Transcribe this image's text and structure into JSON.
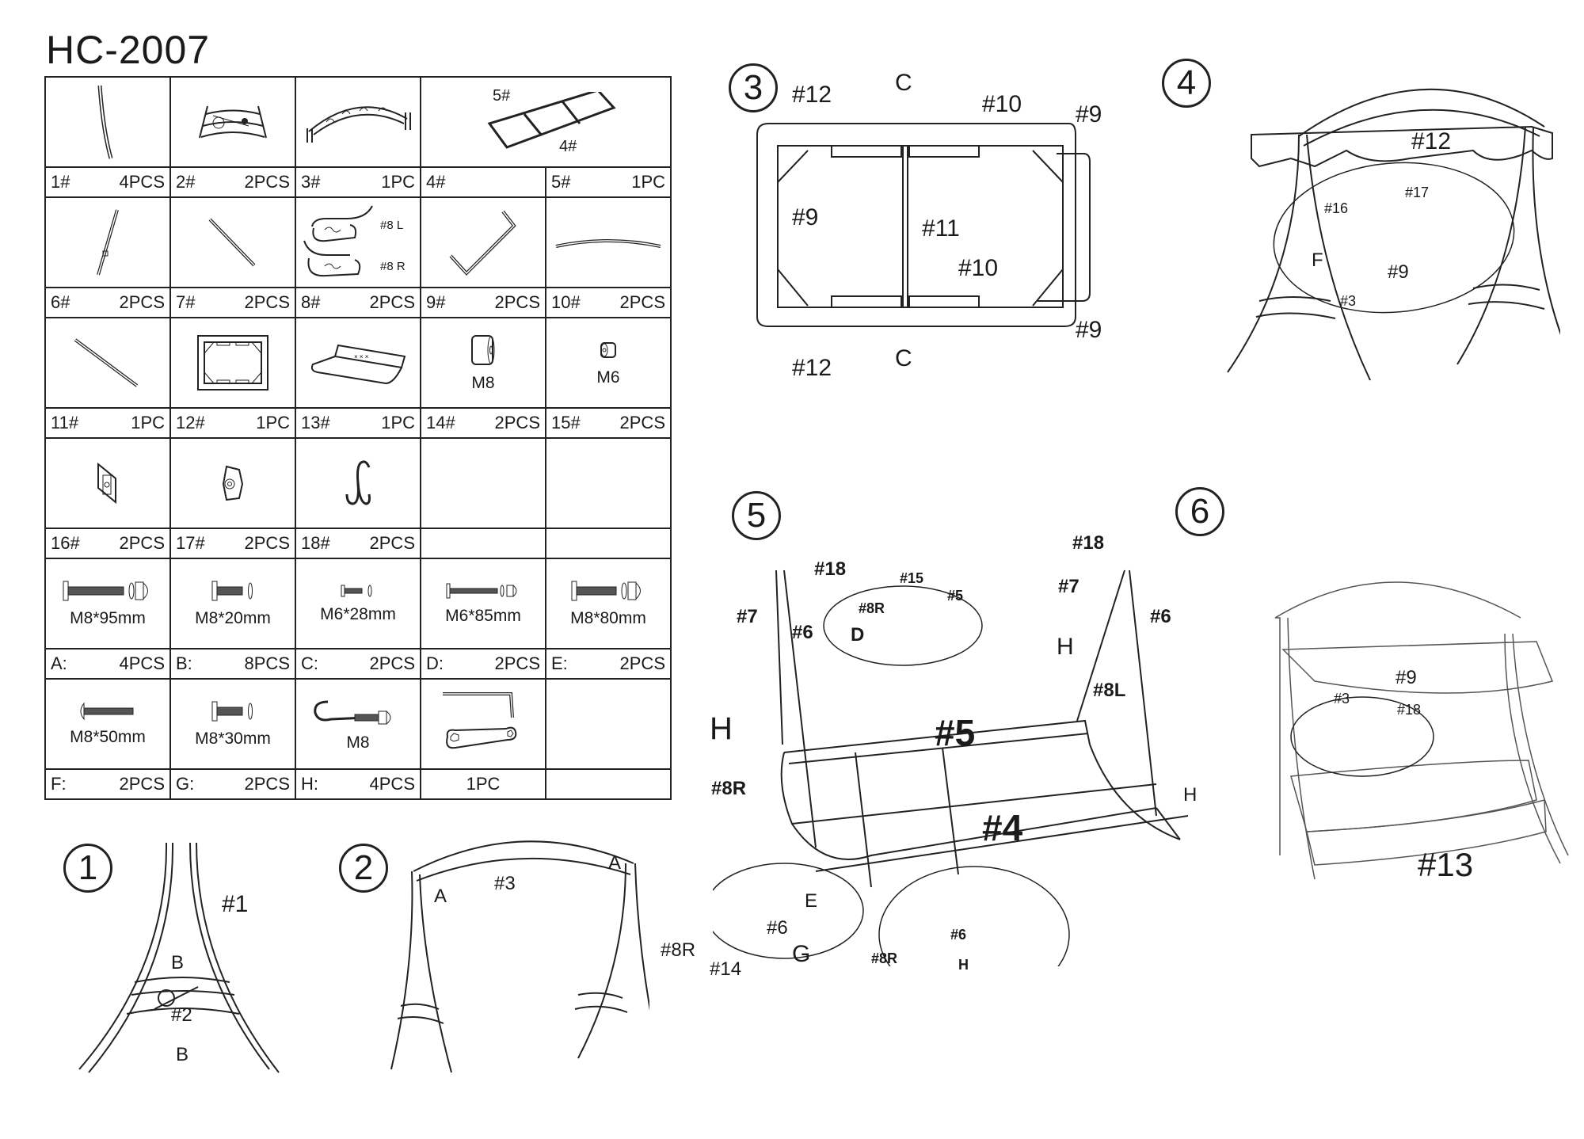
{
  "title": "HC-2007",
  "parts_table": {
    "rows": [
      {
        "cells": [
          {
            "num": "1#",
            "qty": "4PCS",
            "icon": "curved-leg-tube"
          },
          {
            "num": "2#",
            "qty": "2PCS",
            "icon": "side-scroll-brace"
          },
          {
            "num": "3#",
            "qty": "1PC",
            "icon": "top-scroll-arch"
          },
          {
            "num": "4#",
            "qty": "",
            "icon": "seat-frame",
            "callouts": [
              "5#",
              "4#"
            ]
          },
          {
            "num": "5#",
            "qty": "1PC",
            "icon": ""
          }
        ]
      },
      {
        "cells": [
          {
            "num": "6#",
            "qty": "2PCS",
            "icon": "hanging-bar-long"
          },
          {
            "num": "7#",
            "qty": "2PCS",
            "icon": "hanging-bar-short"
          },
          {
            "num": "8#",
            "qty": "2PCS",
            "icon": "armrest-pair",
            "callouts": [
              "#8 L",
              "#8 R"
            ]
          },
          {
            "num": "9#",
            "qty": "2PCS",
            "icon": "canopy-bent-tube"
          },
          {
            "num": "10#",
            "qty": "2PCS",
            "icon": "canopy-curved-tube"
          }
        ]
      },
      {
        "cells": [
          {
            "num": "11#",
            "qty": "1PC",
            "icon": "canopy-center-tube"
          },
          {
            "num": "12#",
            "qty": "1PC",
            "icon": "canopy-fabric"
          },
          {
            "num": "13#",
            "qty": "1PC",
            "icon": "seat-cushion"
          },
          {
            "num": "14#",
            "qty": "2PCS",
            "icon": "spacer-m8",
            "spec": "M8"
          },
          {
            "num": "15#",
            "qty": "2PCS",
            "icon": "spacer-m6",
            "spec": "M6"
          }
        ]
      },
      {
        "cells": [
          {
            "num": "16#",
            "qty": "2PCS",
            "icon": "bracket-plate"
          },
          {
            "num": "17#",
            "qty": "2PCS",
            "icon": "hex-nut-block"
          },
          {
            "num": "18#",
            "qty": "2PCS",
            "icon": "s-hook"
          },
          {
            "num": "",
            "qty": "",
            "icon": ""
          },
          {
            "num": "",
            "qty": "",
            "icon": ""
          }
        ]
      },
      {
        "cells": [
          {
            "num": "A:",
            "qty": "4PCS",
            "icon": "bolt-nut-cap",
            "spec": "M8*95mm"
          },
          {
            "num": "B:",
            "qty": "8PCS",
            "icon": "bolt-washer",
            "spec": "M8*20mm"
          },
          {
            "num": "C:",
            "qty": "2PCS",
            "icon": "bolt-washer-small",
            "spec": "M6*28mm"
          },
          {
            "num": "D:",
            "qty": "2PCS",
            "icon": "bolt-nut-cap-small",
            "spec": "M6*85mm"
          },
          {
            "num": "E:",
            "qty": "2PCS",
            "icon": "bolt-nut-cap",
            "spec": "M8*80mm"
          }
        ]
      },
      {
        "cells": [
          {
            "num": "F:",
            "qty": "2PCS",
            "icon": "round-head-bolt",
            "spec": "M8*50mm"
          },
          {
            "num": "G:",
            "qty": "2PCS",
            "icon": "bolt-washer",
            "spec": "M8*30mm"
          },
          {
            "num": "H:",
            "qty": "4PCS",
            "icon": "eye-hook-bolt",
            "spec": "M8"
          },
          {
            "num": "",
            "qty": "1PC",
            "icon": "allen-key-and-wrench"
          },
          {
            "num": "",
            "qty": "",
            "icon": ""
          }
        ]
      }
    ]
  },
  "steps": [
    {
      "number": "1",
      "labels": [
        "#1",
        "B",
        "#2",
        "B"
      ]
    },
    {
      "number": "2",
      "labels": [
        "A",
        "#3",
        "A"
      ]
    },
    {
      "number": "3",
      "labels": [
        "#12",
        "C",
        "#10",
        "#9",
        "#9",
        "#11",
        "#10",
        "#9",
        "#12",
        "C"
      ]
    },
    {
      "number": "4",
      "labels": [
        "#12",
        "#16",
        "#17",
        "F",
        "#9",
        "#3"
      ]
    },
    {
      "number": "5",
      "labels": [
        "#18",
        "#7",
        "#6",
        "#15",
        "#8R",
        "#5",
        "D",
        "H",
        "#8R",
        "#5",
        "#4",
        "#18",
        "#7",
        "#6",
        "H",
        "#8L",
        "H",
        "E",
        "#8R",
        "#6",
        "#14",
        "G",
        "#8R",
        "#6",
        "H"
      ]
    },
    {
      "number": "6",
      "labels": [
        "#9",
        "#3",
        "#18",
        "#13"
      ]
    }
  ]
}
